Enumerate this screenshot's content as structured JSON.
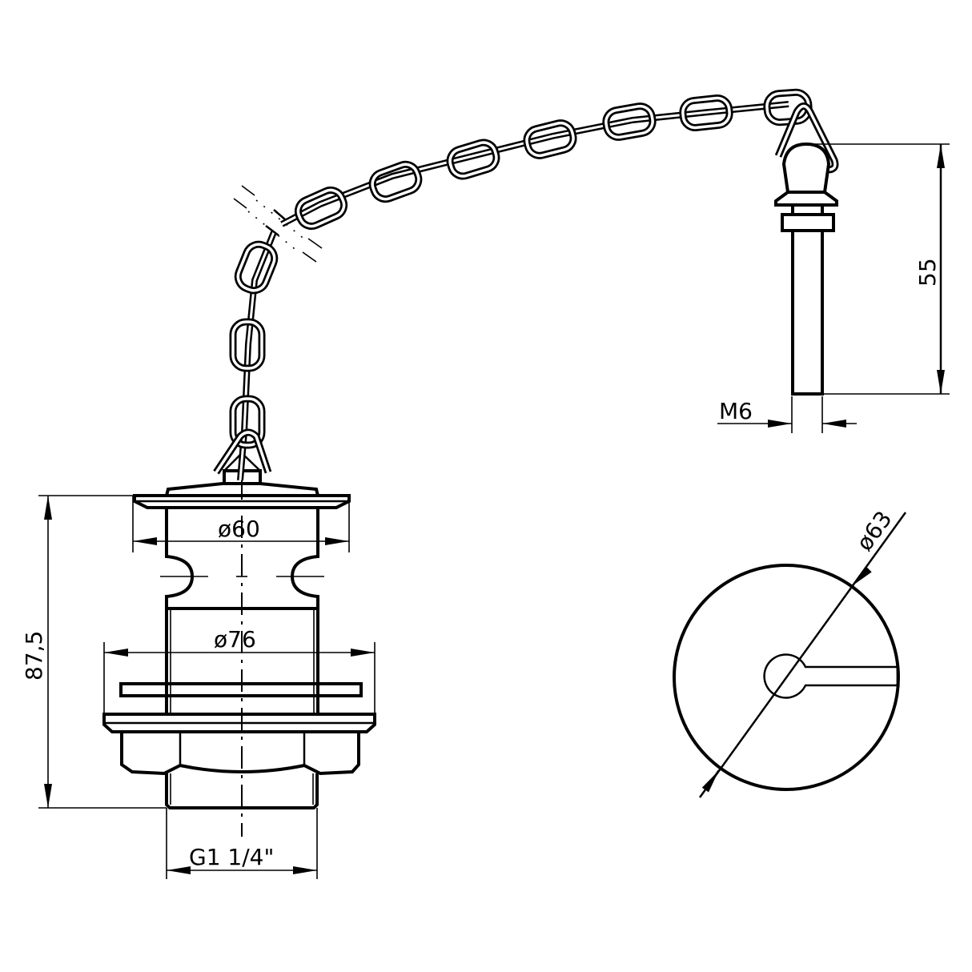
{
  "drawing": {
    "title": "Pop-up basin waste with chain and plug — dimensioned technical drawing",
    "views": [
      "side-elevation-waste-body",
      "chain",
      "chain-stopper-pin",
      "top-view-plug-disc"
    ]
  },
  "dimensions": {
    "flange_diameter": "ø60",
    "backnut_diameter": "ø76",
    "overall_height": "87,5",
    "thread_size": "G1 1/4\"",
    "pin_length": "55",
    "pin_thread": "M6",
    "plug_diameter": "ø63"
  },
  "colors": {
    "line": "#000000",
    "background": "#ffffff"
  }
}
